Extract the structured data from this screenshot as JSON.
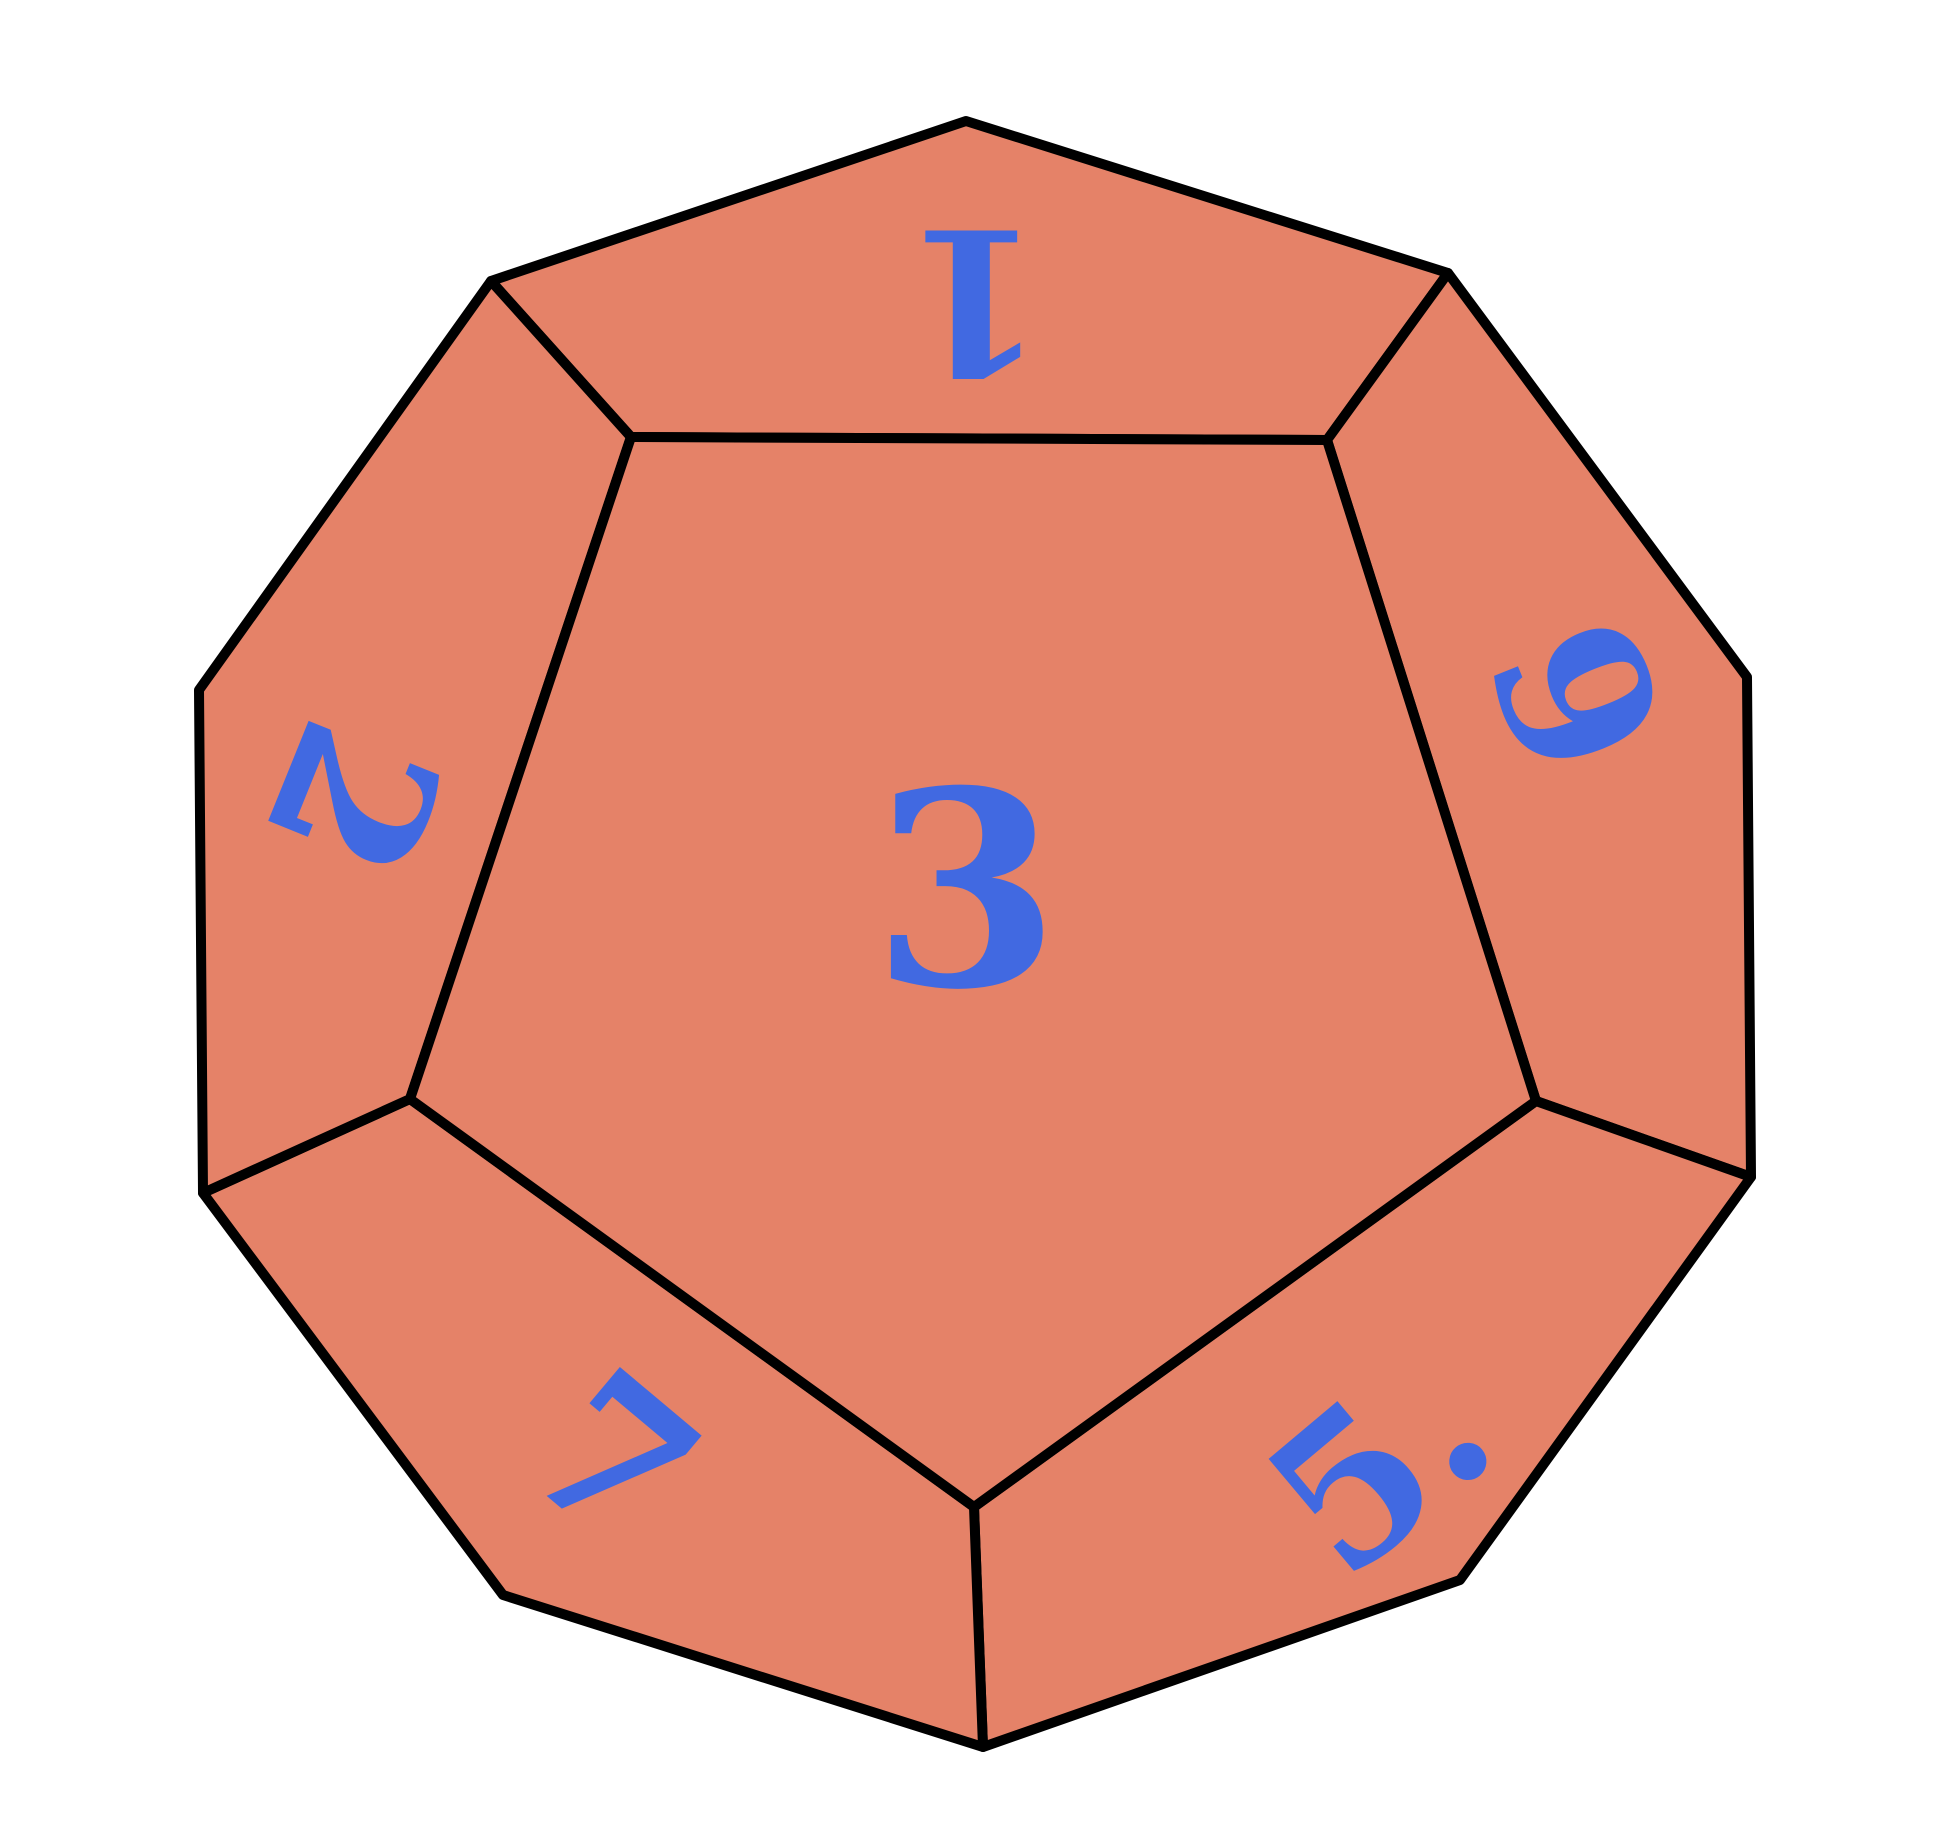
{
  "colors": {
    "face_fill": "#E58268",
    "edge": "#000000",
    "numeral": "#4169E1",
    "background": "#FFFFFF"
  },
  "faces": {
    "center": {
      "label": "3"
    },
    "top": {
      "label": "1"
    },
    "upper_left": {
      "label": "2"
    },
    "upper_right": {
      "label": "6"
    },
    "lower_left": {
      "label": "7"
    },
    "lower_right": {
      "label": "5."
    }
  }
}
